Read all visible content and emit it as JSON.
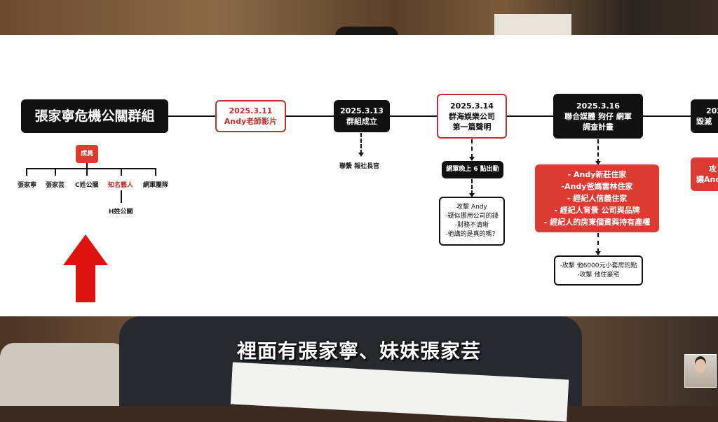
{
  "diagram": {
    "title": "張家寧危機公關群組",
    "members_label": "成員",
    "members": [
      "張家寧",
      "張家芸",
      "C姓公關",
      "知名藝人",
      "網軍團隊"
    ],
    "sub_member": "H姓公關",
    "events": [
      {
        "date": "2025.3.11",
        "text": "Andy老師影片"
      },
      {
        "date": "2025.3.13",
        "text": "群組成立",
        "note": "聯繫 報社長官"
      },
      {
        "date": "2025.3.14",
        "lines": [
          "群海娛樂公司",
          "第一篇聲明"
        ],
        "step": "網軍晚上 6 點出動",
        "result": [
          "攻擊 Andy",
          "-疑似挪用公司的錢",
          "-財務不清晰",
          "-他講的是真的嗎？"
        ]
      },
      {
        "date": "2025.3.16",
        "lines": [
          "聯合媒體 狗仔 網軍",
          "調查計畫"
        ],
        "targets": [
          "- Andy新莊住家",
          "-Andy爸媽雲林住家",
          "- 經紀人信義住家",
          "- 經紀人背景 公司與品牌",
          "- 經紀人的房東個資與持有產權"
        ],
        "result": [
          "-攻擊 他6000元小套房的點",
          "-攻擊 他住豪宅"
        ]
      },
      {
        "date": "202",
        "text": "毀滅",
        "red_lines": [
          "攻",
          "讓And"
        ]
      }
    ]
  },
  "subtitle": "裡面有張家寧、妹妹張家芸",
  "colors": {
    "accent_red": "#dd3b32",
    "black": "#111111"
  }
}
